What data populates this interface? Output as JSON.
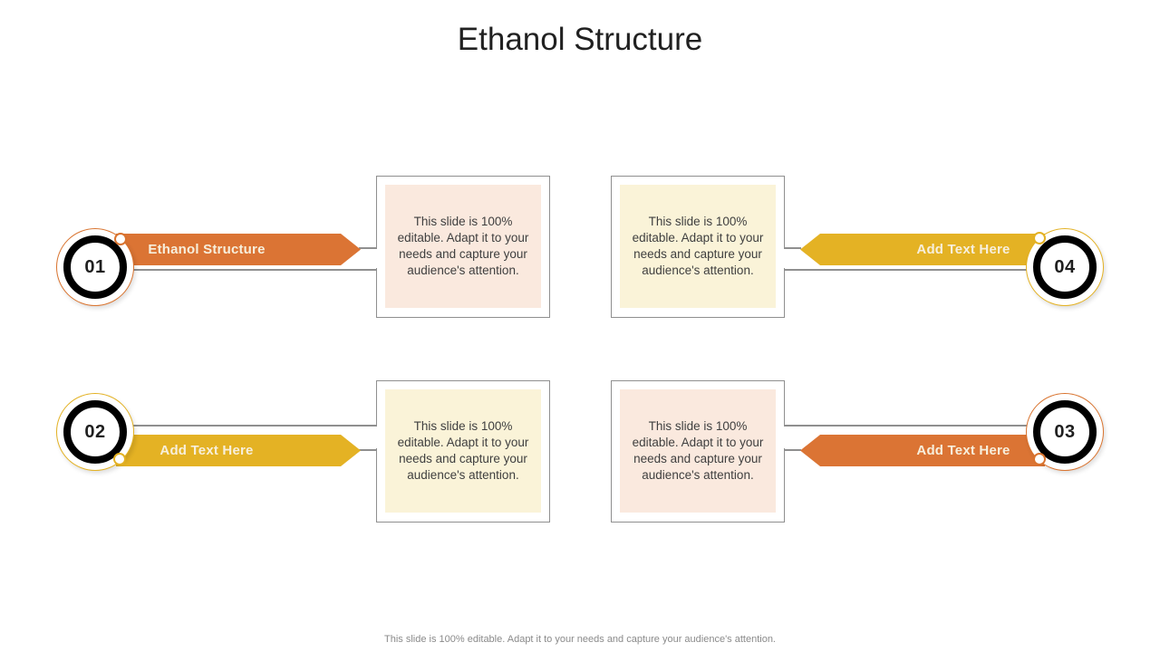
{
  "title": "Ethanol Structure",
  "footer": "This slide is 100% editable. Adapt it to your needs and capture your audience's attention.",
  "colors": {
    "orange": "#db7434",
    "gold": "#e4b224",
    "peach_fill": "#fae9de",
    "cream_fill": "#faf3d8",
    "box_border": "#8f8f8f",
    "connector_line": "#8f8f8f",
    "banner_text": "#f7efdc",
    "body_text": "#3f3f3f"
  },
  "items": [
    {
      "id": "01",
      "label": "Ethanol Structure",
      "accent": "orange",
      "description": "This slide is 100% editable. Adapt it to your needs and capture your audience's attention."
    },
    {
      "id": "02",
      "label": "Add Text Here",
      "accent": "gold",
      "description": "This slide is 100% editable. Adapt it to your needs and capture your audience's attention."
    },
    {
      "id": "03",
      "label": "Add Text Here",
      "accent": "orange",
      "description": "This slide is 100% editable. Adapt it to your needs and capture your audience's attention."
    },
    {
      "id": "04",
      "label": "Add Text Here",
      "accent": "gold",
      "description": "This slide is 100% editable. Adapt it to your needs and capture your audience's attention."
    }
  ]
}
